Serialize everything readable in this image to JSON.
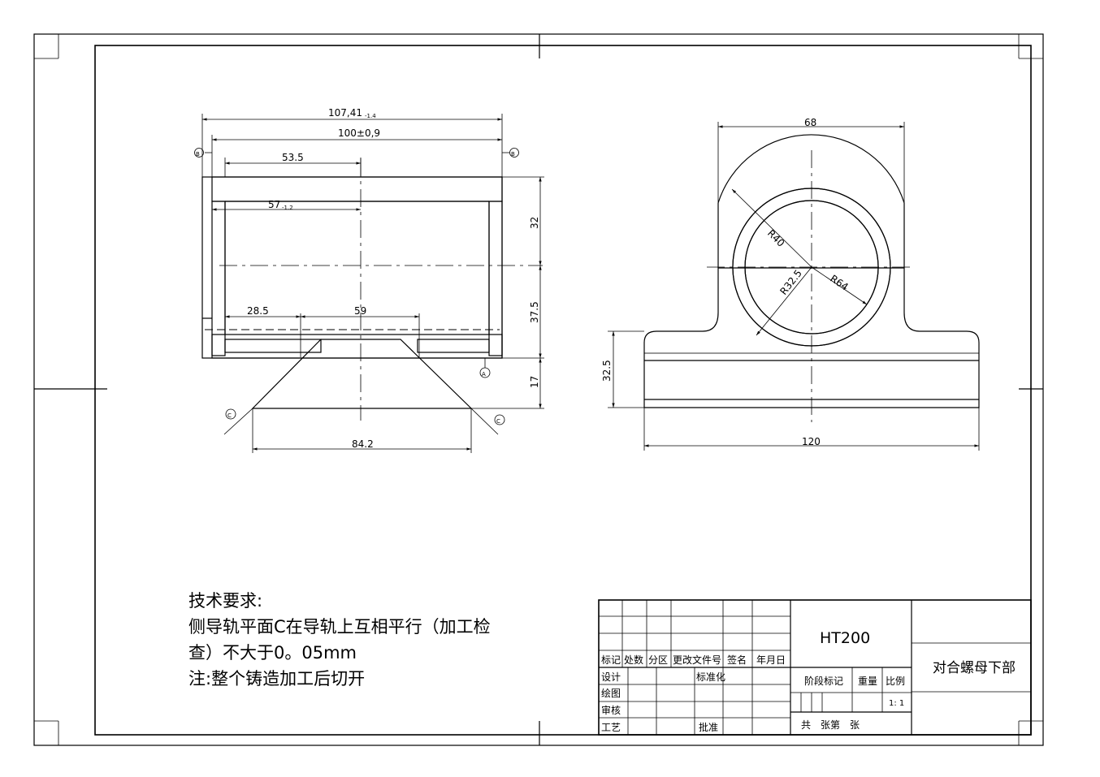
{
  "front_view": {
    "dims": {
      "overall_length": "107,41",
      "overall_length_tol": "-1.4",
      "inner_length": "100±0,9",
      "top_offset": "53.5",
      "inner_offset": "57",
      "inner_offset_tol": "-1.2",
      "bottom_left": "28.5",
      "bottom_mid": "59",
      "height_top": "32",
      "height_mid": "37.5",
      "height_foot": "17",
      "foot_width": "84.2"
    },
    "datums": {
      "b_left": "B",
      "b_right": "B",
      "a": "A",
      "c_left": "C",
      "c_right": "C"
    }
  },
  "side_view": {
    "dims": {
      "top_width": "68",
      "r_outer": "R40",
      "r_inner": "R32.5",
      "r_thread": "R64",
      "base_height": "32.5",
      "base_width": "120"
    }
  },
  "notes": {
    "title": "技术要求:",
    "line1": "侧导轨平面C在导轨上互相平行（加工检",
    "line2": "查）不大于0。05mm",
    "line3": "注:整个铸造加工后切开"
  },
  "title_block": {
    "headers": [
      "标记",
      "处数",
      "分区",
      "更改文件号",
      "签名",
      "年月日"
    ],
    "design": "设计",
    "standardize": "标准化",
    "draw": "绘图",
    "review": "审核",
    "process": "工艺",
    "approve": "批准",
    "material": "HT200",
    "stage_mark": "阶段标记",
    "weight": "重量",
    "scale_label": "比例",
    "scale_value": "1: 1",
    "sheets": "共　张第　张",
    "part_name": "对合螺母下部"
  }
}
